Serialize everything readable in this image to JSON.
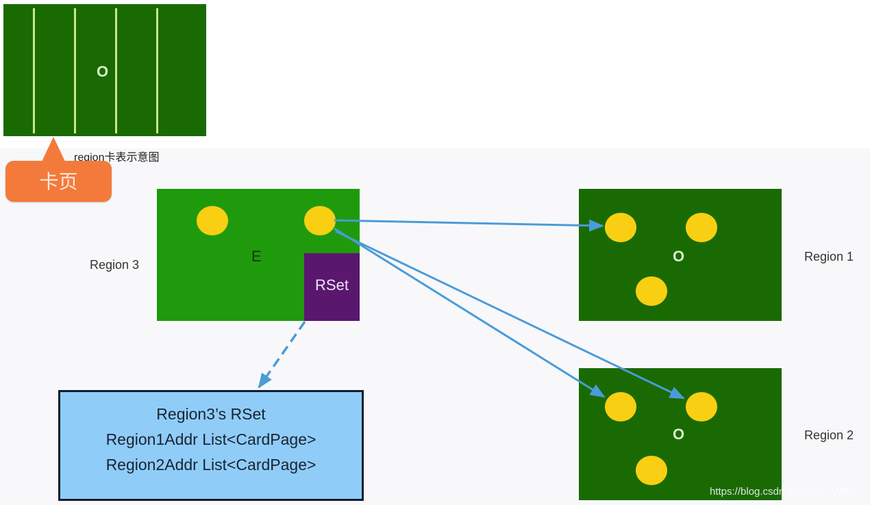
{
  "card_table": {
    "region_label": "O",
    "caption": "region卡表示意图",
    "callout_label": "卡页"
  },
  "region3": {
    "name": "Region 3",
    "type_label": "E",
    "rset_label": "RSet",
    "color": "#1f9a0c"
  },
  "region1": {
    "name": "Region 1",
    "type_label": "O",
    "color": "#1a6a04"
  },
  "region2": {
    "name": "Region 2",
    "type_label": "O",
    "color": "#1a6a04"
  },
  "rset_box": {
    "lines": [
      "Region3’s RSet",
      "Region1Addr List<CardPage>",
      "Region2Addr List<CardPage>"
    ]
  },
  "colors": {
    "object": "#f8cf12",
    "arrow": "#4a9bd8",
    "rset": "#5a176e",
    "callout": "#f47a3c",
    "rset_box": "#8fcdf8"
  },
  "watermark": "https://blog.csdn.net/FMC_WBL"
}
